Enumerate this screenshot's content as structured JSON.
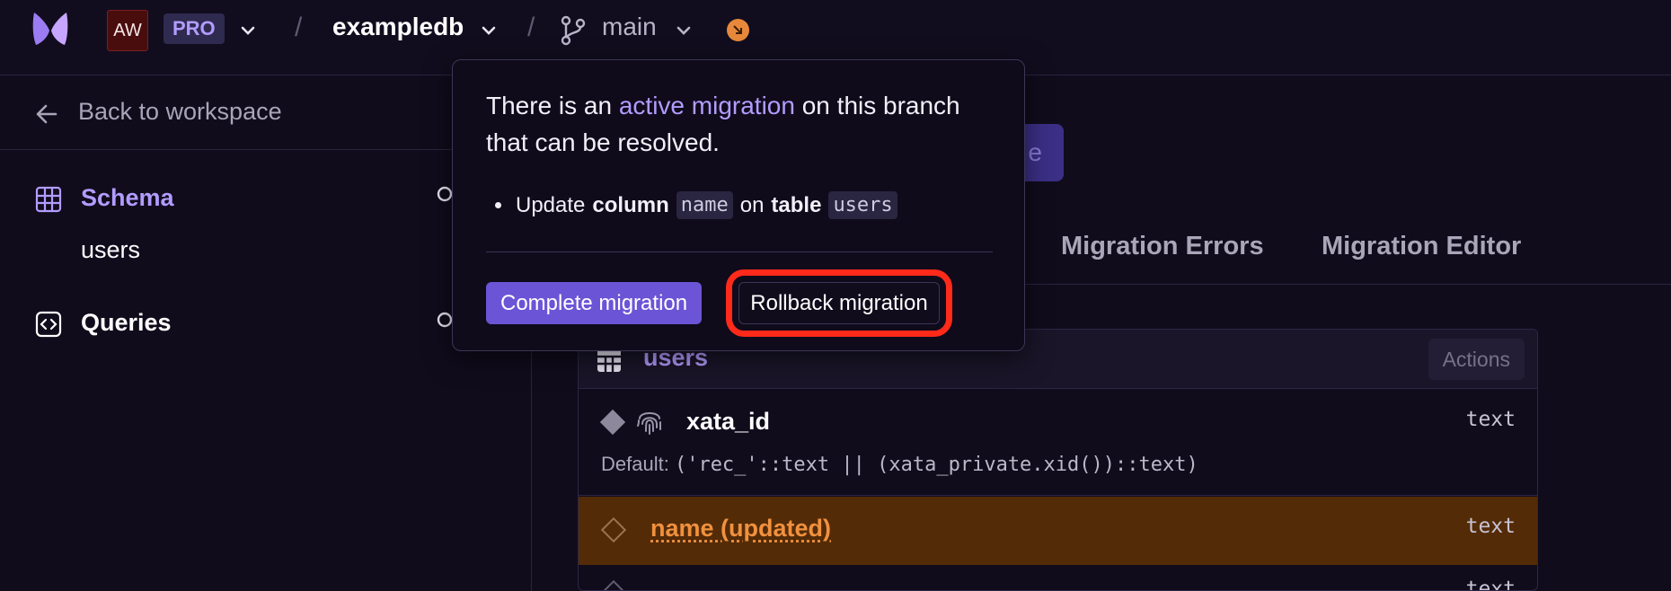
{
  "topbar": {
    "logo_icon": "xata-butterfly-logo",
    "avatar_initials": "AW",
    "plan_badge": "PRO",
    "separator": "/",
    "database_name": "exampledb",
    "branch_icon": "git-branch-icon",
    "branch_name": "main",
    "migration_status_icon": "migration-indicator-icon",
    "accent_color": "#b29cff",
    "indicator_color": "#e8883a"
  },
  "sidebar": {
    "back_label": "Back to workspace",
    "items": [
      {
        "label": "Schema",
        "icon": "grid-icon",
        "active": true
      },
      {
        "label": "users",
        "icon": "",
        "active": false
      },
      {
        "label": "Queries",
        "icon": "code-brackets-icon",
        "active": false
      }
    ]
  },
  "main": {
    "primary_button_peek": "e",
    "tabs": [
      {
        "label": "Migration Errors"
      },
      {
        "label": "Migration Editor"
      }
    ],
    "table": {
      "name": "users",
      "actions_label": "Actions",
      "columns": [
        {
          "name": "xata_id",
          "type": "text",
          "default_label": "Default:",
          "default_value": "('rec_'::text || (xata_private.xid())::text)"
        },
        {
          "name": "name (updated)",
          "type": "text",
          "highlight_color": "#542b07"
        },
        {
          "name": "",
          "type": "text"
        }
      ]
    }
  },
  "popover": {
    "message_prefix": "There is an",
    "message_link": "active migration",
    "message_suffix": "on this branch that can be resolved.",
    "bullet": {
      "verb": "Update",
      "kind": "column",
      "column": "name",
      "preposition": "on",
      "target_kind": "table",
      "table": "users"
    },
    "complete_label": "Complete migration",
    "rollback_label": "Rollback migration",
    "highlight_color": "#ff2a1a"
  }
}
